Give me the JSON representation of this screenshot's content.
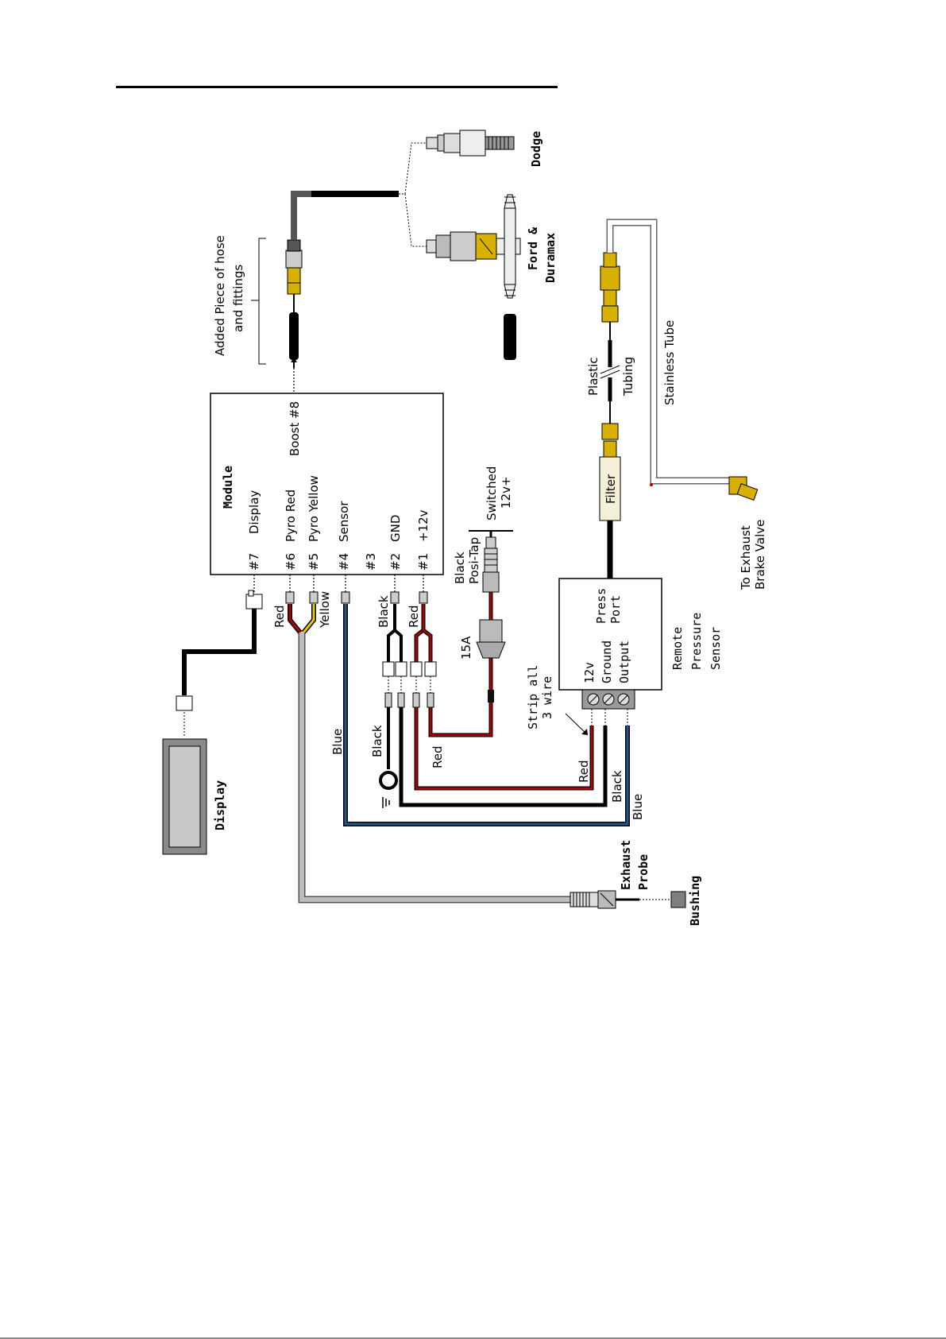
{
  "module": {
    "title": "Module",
    "pins": [
      {
        "num": "#7",
        "label": "Display"
      },
      {
        "num": "#6",
        "label": "Pyro Red"
      },
      {
        "num": "#5",
        "label": "Pyro Yellow"
      },
      {
        "num": "#4",
        "label": "Sensor"
      },
      {
        "num": "#3",
        "label": ""
      },
      {
        "num": "#2",
        "label": "GND"
      },
      {
        "num": "#1",
        "label": "+12v"
      }
    ],
    "boost": "Boost  #8"
  },
  "display_label": "Display",
  "hose_note": [
    "Added Piece of hose",
    "and fittings"
  ],
  "dodge_label": "Dodge",
  "ford_label": [
    "Ford &",
    "Duramax"
  ],
  "posi_tap": [
    "Black",
    "Posi-Tap"
  ],
  "switched": [
    "Switched",
    "12v+"
  ],
  "fuse": "15A",
  "strip_note": [
    "Strip all",
    "3 wire"
  ],
  "sensor": {
    "pins": [
      "12v",
      "Ground",
      "Output"
    ],
    "port": [
      "Press",
      "Port"
    ],
    "title": [
      "Remote",
      "Pressure",
      "Sensor"
    ]
  },
  "filter": "Filter",
  "plastic_tubing": [
    "Plastic",
    "Tubing"
  ],
  "stainless_tube": "Stainless Tube",
  "brake_valve": [
    "To Exhaust",
    "Brake Valve"
  ],
  "exhaust_probe": [
    "Exhaust",
    "Probe"
  ],
  "bushing": "Bushing",
  "wire_labels": {
    "red_pyro": "Red",
    "yellow_pyro": "Yellow",
    "black_gnd": "Black",
    "red_12v": "Red",
    "blue": "Blue",
    "black_ground": "Black",
    "red_run": "Red",
    "sensor_red": "Red",
    "sensor_black": "Black",
    "sensor_blue": "Blue"
  },
  "colors": {
    "red": "#b00000",
    "yellow": "#e8c800",
    "blue": "#1f5a8c",
    "grey": "#bdbdbd",
    "brass": "#d8b000"
  }
}
